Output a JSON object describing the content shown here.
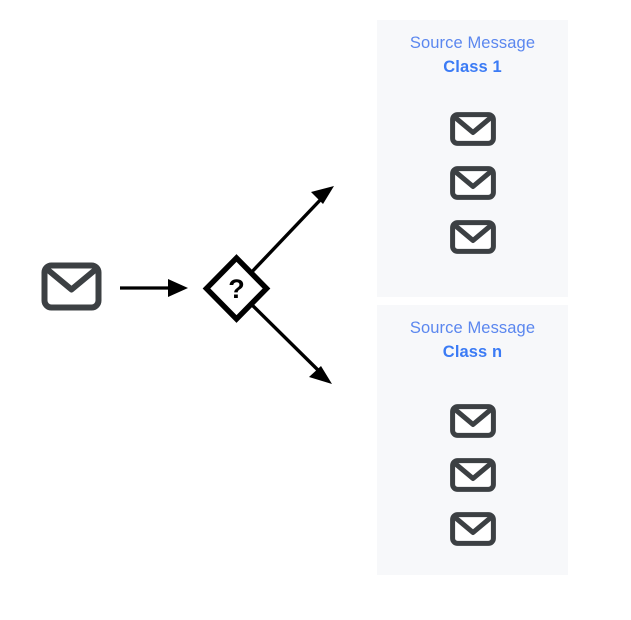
{
  "figure": {
    "name": "message-classification-flow",
    "background_color": "#ffffff"
  },
  "colors": {
    "panel_background": "#f7f8fa",
    "panel_title": "#5b87ef",
    "panel_subtitle": "#3b7bf5",
    "envelope": "#3c4043",
    "arrow": "#000000",
    "decision": "#000000"
  },
  "input": {
    "icon": "envelope-icon",
    "label": ""
  },
  "decision": {
    "icon": "diamond-question-icon",
    "label": "?"
  },
  "arrows": [
    {
      "name": "arrow-input-to-decision",
      "direction": "right"
    },
    {
      "name": "arrow-decision-to-class-1",
      "direction": "up-right"
    },
    {
      "name": "arrow-decision-to-class-n",
      "direction": "down-right"
    }
  ],
  "panels": [
    {
      "name": "class-1",
      "title": "Source Message",
      "subtitle": "Class 1",
      "messages": [
        {
          "icon": "envelope-icon"
        },
        {
          "icon": "envelope-icon"
        },
        {
          "icon": "envelope-icon"
        }
      ]
    },
    {
      "name": "class-n",
      "title": "Source Message",
      "subtitle": "Class n",
      "messages": [
        {
          "icon": "envelope-icon"
        },
        {
          "icon": "envelope-icon"
        },
        {
          "icon": "envelope-icon"
        }
      ]
    }
  ]
}
